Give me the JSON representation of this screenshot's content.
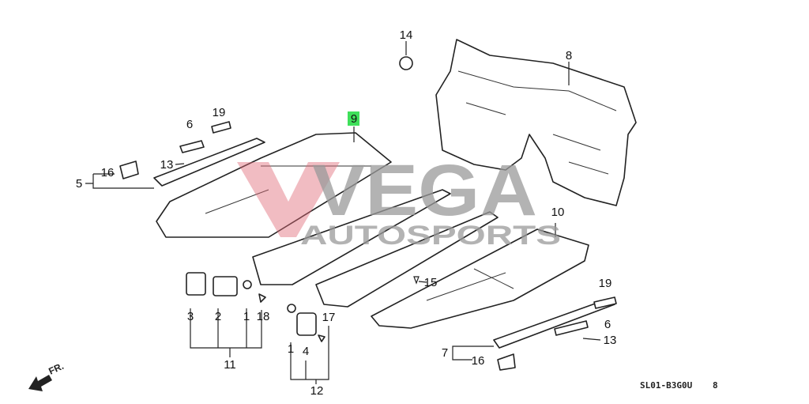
{
  "diagram": {
    "callouts": {
      "c14": "14",
      "c8": "8",
      "c19a": "19",
      "c6a": "6",
      "c9": "9",
      "c16a": "16",
      "c13a": "13",
      "c5": "5",
      "c10": "10",
      "c15": "15",
      "c19b": "19",
      "c3": "3",
      "c2": "2",
      "c1a": "1",
      "c18": "18",
      "c17": "17",
      "c1b": "1",
      "c4": "4",
      "c6b": "6",
      "c7": "7",
      "c13b": "13",
      "c16b": "16",
      "c11": "11",
      "c12": "12"
    },
    "highlight_color": "#3fe05a",
    "front_arrow": "FR.",
    "drawing_code": "SL01-B3G0U",
    "page_number": "8"
  },
  "watermark": {
    "brand": "VEGA",
    "subtitle": "AUTOSPORTS",
    "logo_color": "#e06a78"
  }
}
